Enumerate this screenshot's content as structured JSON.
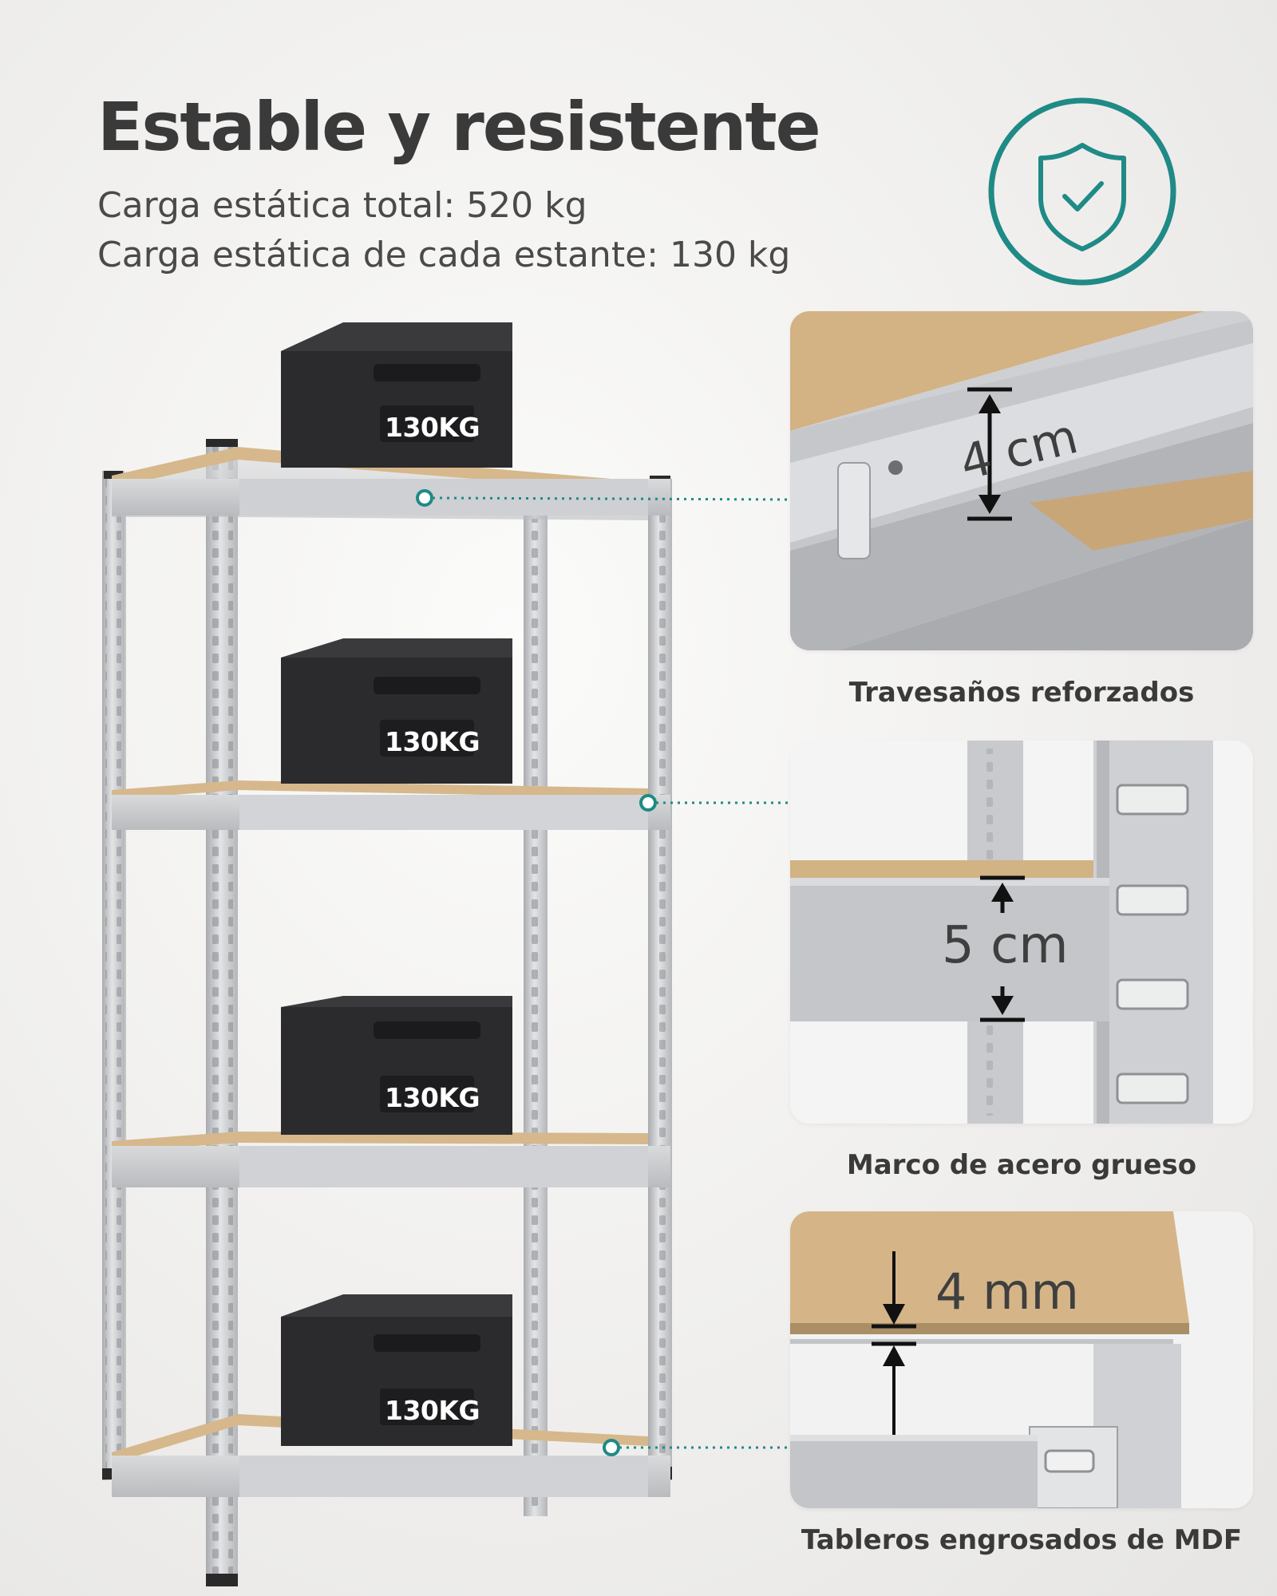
{
  "header": {
    "title": "Estable y resistente",
    "subtitle_line1": "Carga estática total: 520 kg",
    "subtitle_line2": "Carga estática de cada estante: 130 kg"
  },
  "badge": {
    "icon": "shield-check-icon",
    "color": "#1f8a86"
  },
  "weights": [
    {
      "label": "130KG"
    },
    {
      "label": "130KG"
    },
    {
      "label": "130KG"
    },
    {
      "label": "130KG"
    }
  ],
  "features": [
    {
      "measure": "4 cm",
      "caption": "Travesaños reforzados"
    },
    {
      "measure": "5 cm",
      "caption": "Marco de acero grueso"
    },
    {
      "measure": "4 mm",
      "caption": "Tableros engrosados de MDF"
    }
  ],
  "colors": {
    "accent": "#1f8a86",
    "text": "#3a3a3a",
    "steel": "#c9cacc",
    "mdf": "#d6b88c",
    "weight": "#2b2b2d"
  }
}
